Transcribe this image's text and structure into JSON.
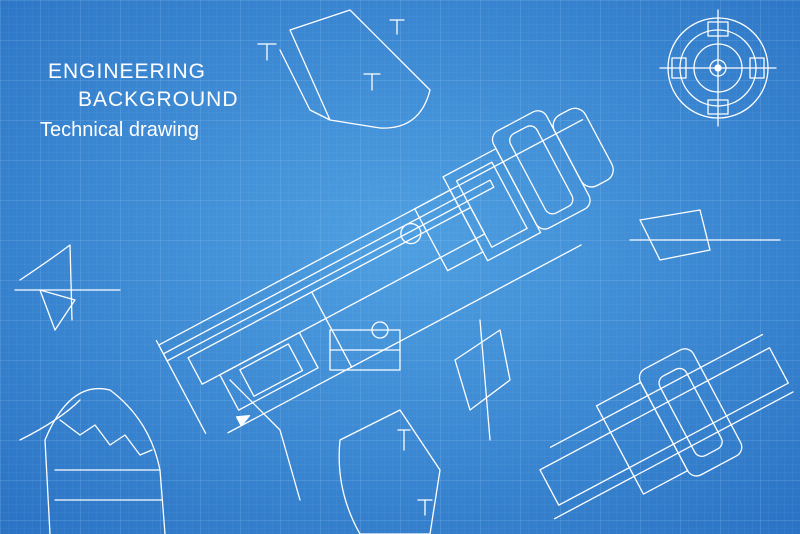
{
  "background": {
    "colors": {
      "center": "#4d9cde",
      "edge": "#2a74c6",
      "grid": "#7fbaf0",
      "lines": "#ffffff"
    }
  },
  "heading": {
    "line1": "ENGINEERING",
    "line2": "BACKGROUND",
    "line3": "Technical drawing"
  }
}
